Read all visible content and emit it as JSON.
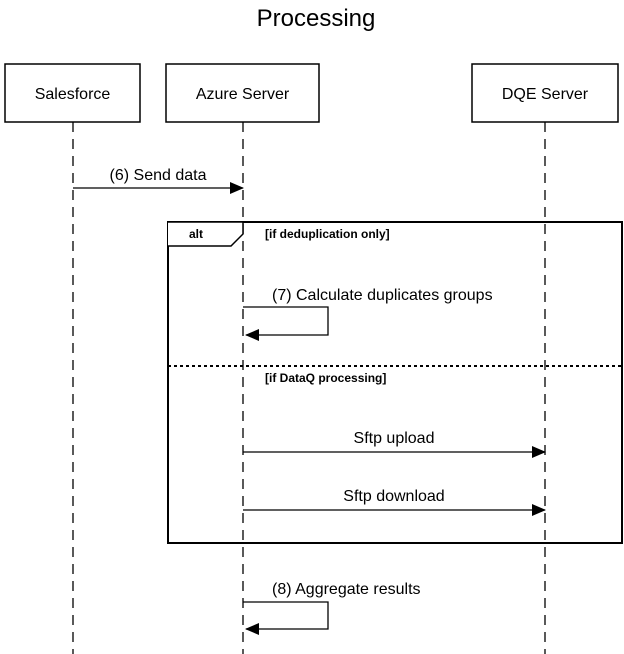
{
  "diagram": {
    "title": "Processing",
    "participants": [
      {
        "id": "salesforce",
        "label": "Salesforce"
      },
      {
        "id": "azure",
        "label": "Azure Server"
      },
      {
        "id": "dqe",
        "label": "DQE Server"
      }
    ],
    "messages": [
      {
        "from": "salesforce",
        "to": "azure",
        "label": "(6) Send data"
      },
      {
        "from": "azure",
        "to": "azure",
        "label": "(7) Calculate duplicates groups"
      },
      {
        "from": "azure",
        "to": "dqe",
        "label": "Sftp upload"
      },
      {
        "from": "azure",
        "to": "dqe",
        "label": "Sftp download"
      },
      {
        "from": "azure",
        "to": "azure",
        "label": "(8) Aggregate results"
      }
    ],
    "fragment": {
      "keyword": "alt",
      "guards": [
        "[if deduplication only]",
        "[if DataQ processing]"
      ]
    }
  }
}
